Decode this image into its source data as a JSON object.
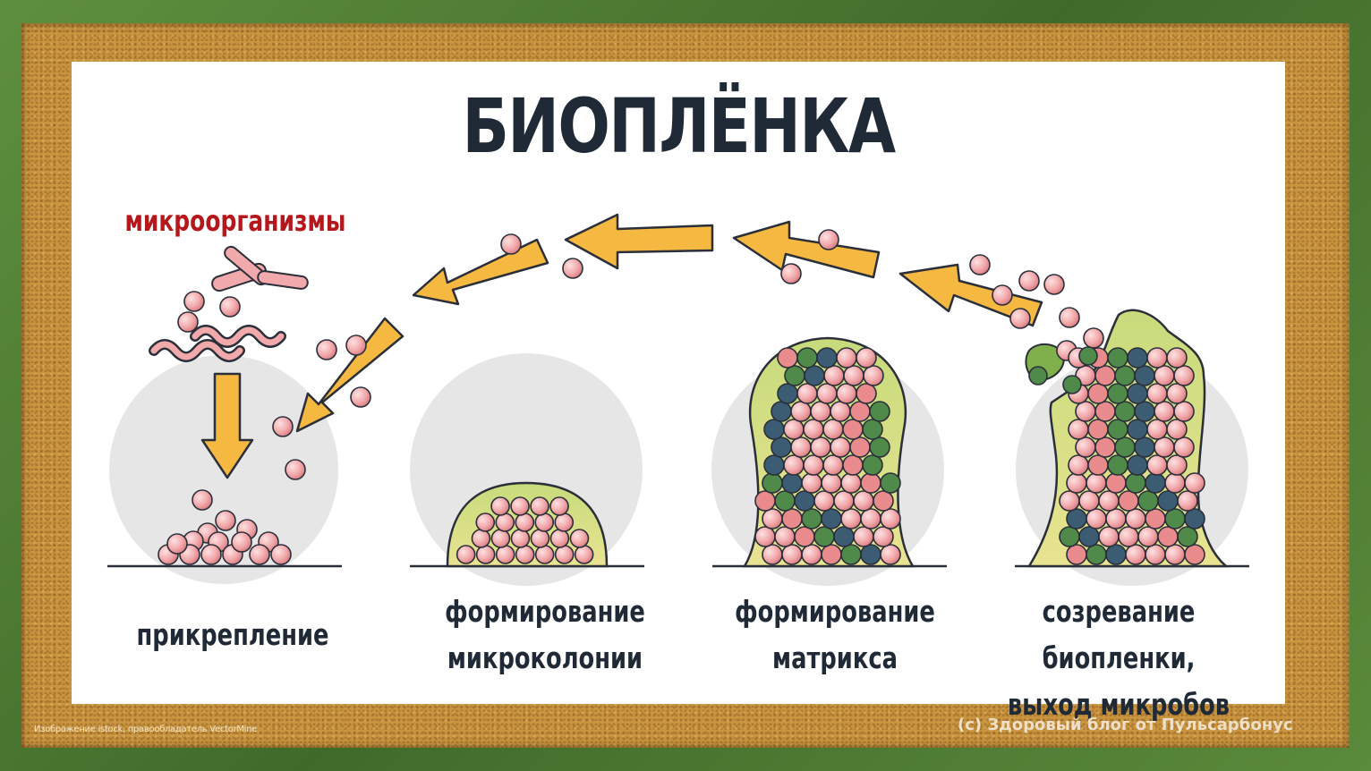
{
  "title": "БИОПЛЁНКА",
  "microorganisms_label": "микроорганизмы",
  "stages": [
    {
      "label": "прикрепление"
    },
    {
      "label": "формирование\nмикроколонии"
    },
    {
      "label": "формирование\nматрикса"
    },
    {
      "label": "созревание биопленки,\nвыход микробов"
    }
  ],
  "credits": {
    "image": "Изображение istock, правообладатель VectorMine",
    "blog": "(c) Здоровый блог от Пульсарбонус"
  },
  "colors": {
    "title": "#1f2a36",
    "microorganisms": "#b5171c",
    "arrow": "#f5b942",
    "cell": "#f2a9ab",
    "matrix": "#dfe48d"
  }
}
